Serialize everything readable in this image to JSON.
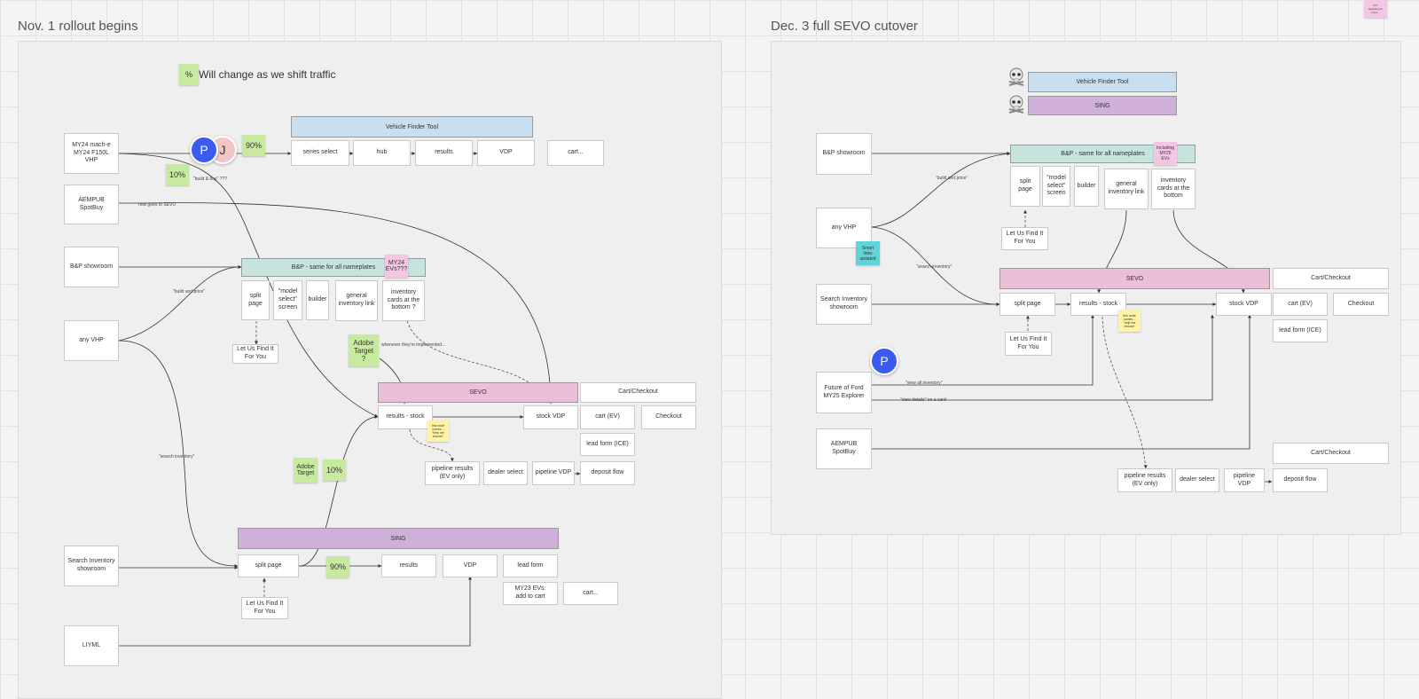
{
  "colors": {
    "blue": "#c9dfef",
    "teal": "#c6e3de",
    "pink": "#ebbfd7",
    "purple": "#cfb0d9",
    "green": "#c8eaa0",
    "yellow": "#fef3a2",
    "cyan": "#5ed6d9",
    "avatarP": "#3b5bf0",
    "avatarJ": "#f3c6c6"
  },
  "frames": {
    "left_title": "Nov. 1 rollout begins",
    "right_title": "Dec. 3 full SEVO cutover"
  },
  "note": {
    "icon": "%",
    "text": "Will change as we shift traffic"
  },
  "avatars": {
    "p": "P",
    "j": "J"
  },
  "left": {
    "vehicle_finder": "Vehicle Finder Tool",
    "series_select": "series select",
    "hub": "hub",
    "results": "results",
    "vdp": "VDP",
    "cart_dots": "cart...",
    "mach": "MY24 mach-e\nMY24 F150L\nVHP",
    "aempub": "AEMPUB\nSpotBuy",
    "bp_showroom": "B&P showroom",
    "any_vhp": "any VHP",
    "bp_band": "B&P - same for all nameplates",
    "split_page": "split\npage",
    "model_select": "\"model\nselect\"\nscreen",
    "builder": "builder",
    "general_inventory": "general\ninventory link",
    "inventory_cards": "inventory\ncards at the\nbottom ?",
    "let_us_find": "Let Us Find It\nFor You",
    "sevo": "SEVO",
    "cart_checkout": "Cart/Checkout",
    "results_stock": "results - stock",
    "stock_vdp": "stock VDP",
    "cart_ev": "cart (EV)",
    "checkout": "Checkout",
    "lead_form_ice": "lead form (ICE)",
    "pipeline_results": "pipeline results\n(EV only)",
    "dealer_select": "dealer select",
    "pipeline_vdp": "pipeline VDP",
    "deposit_flow": "deposit flow",
    "sing": "SING",
    "search_inventory": "Search Inventory\nshowroom",
    "split_page_sing": "split page",
    "results_sing": "results",
    "vdp_sing": "VDP",
    "lead_form": "lead form",
    "my23": "MY23 EVs:\nadd to cart",
    "cart_dots2": "cart...",
    "let_us_find2": "Let Us Find It\nFor You",
    "liyml": "LIYML",
    "pct90_top": "90%",
    "pct10_top": "10%",
    "my24_evs": "MY24\nEVs???",
    "adobe_target_1": "Adobe\nTarget\n?",
    "adobe_target_2": "Adobe\nTarget",
    "pct10_mid": "10%",
    "pct90_bottom": "90%",
    "yellow_note": "this route\ncomes...\n\"help me\nchoose\"",
    "lbl_build_buy": "\"build & buy\" ???",
    "lbl_now_goes": "now goes to SEVO",
    "lbl_build_price": "\"build and price\"",
    "lbl_search_inv": "\"search inventory\"",
    "lbl_whenever": "whenever they're implemented..."
  },
  "right": {
    "vehicle_finder": "Vehicle Finder Tool",
    "sing": "SING",
    "bp_showroom": "B&P showroom",
    "bp_band": "B&P - same for all nameplates",
    "including": "Including\nMY25\nEVs",
    "split_page": "split\npage",
    "model_select": "\"model\nselect\"\nscreen",
    "builder": "builder",
    "general_inventory": "general\ninventory link",
    "inventory_cards": "inventory\ncards at the\nbottom",
    "let_us_find": "Let Us Find It\nFor You",
    "any_vhp": "any VHP",
    "smart_links": "Smart\nlinks\nupdated",
    "sevo": "SEVO",
    "cart_checkout": "Cart/Checkout",
    "search_inventory": "Search Inventory\nshowroom",
    "split_page2": "split page",
    "results_stock": "results - stock",
    "stock_vdp": "stock VDP",
    "cart_ev": "cart (EV)",
    "checkout": "Checkout",
    "lead_form_ice": "lead form (ICE)",
    "yellow_note": "this route\ncomes...\n\"help me\nchoose\"",
    "let_us_find2": "Let Us Find It\nFor You",
    "future_ford": "Future of Ford\nMY25 Explorer",
    "aempub": "AEMPUB\nSpotBuy",
    "cart_checkout2": "Cart/Checkout",
    "pipeline_results": "pipeline results\n(EV only)",
    "dealer_select": "dealer select",
    "pipeline_vdp": "pipeline VDP",
    "deposit_flow": "deposit flow",
    "lbl_build_price": "\"build and price\"",
    "lbl_search_inv": "\"search inventory\"",
    "lbl_view_all": "\"view all inventory\"",
    "lbl_view_details": "\"view details\" on a card"
  },
  "corner_note": "FYI\ntargeting an\nmore..."
}
